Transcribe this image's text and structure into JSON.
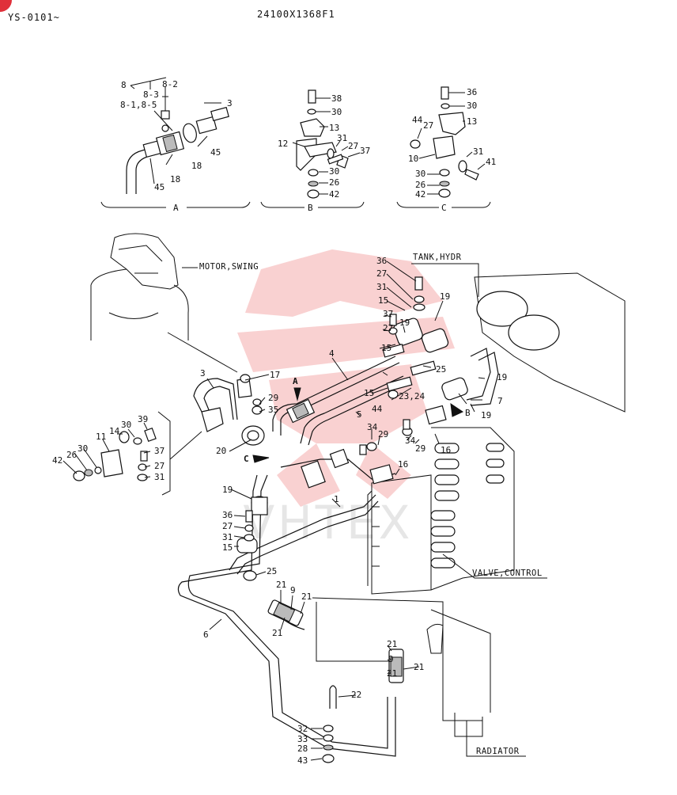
{
  "header": {
    "left_code": "YS-0101~",
    "center_code": "24100X1368F1"
  },
  "watermark": "VHTEX",
  "colors": {
    "badge": "#e0303a",
    "watermark": "#f5b8b8"
  },
  "details": {
    "A": {
      "letter": "A",
      "callouts": [
        "8",
        "8-2",
        "8-3",
        "8-1,8-5",
        "3",
        "45",
        "18",
        "18",
        "45"
      ]
    },
    "B": {
      "letter": "B",
      "callouts": [
        "38",
        "30",
        "13",
        "12",
        "31",
        "27",
        "37",
        "30",
        "26",
        "42"
      ]
    },
    "C": {
      "letter": "C",
      "callouts": [
        "36",
        "30",
        "27",
        "13",
        "44",
        "10",
        "31",
        "41",
        "30",
        "26",
        "42"
      ]
    }
  },
  "component_labels": {
    "motor_swing": "MOTOR,SWING",
    "tank_hydr": "TANK,HYDR",
    "valve_control": "VALVE,CONTROL",
    "radiator": "RADIATOR"
  },
  "view_markers": {
    "A": "A",
    "B": "B",
    "C": "C"
  },
  "main_callouts": [
    "36",
    "27",
    "31",
    "15",
    "19",
    "37",
    "27",
    "19",
    "15",
    "4",
    "19",
    "17",
    "3",
    "29",
    "35",
    "25",
    "15",
    "44",
    "23,24",
    "5",
    "7",
    "19",
    "B",
    "16",
    "34",
    "29",
    "34",
    "29",
    "20",
    "39",
    "30",
    "14",
    "11",
    "30",
    "26",
    "42",
    "37",
    "27",
    "31",
    "16",
    "19",
    "1",
    "36",
    "27",
    "31",
    "15",
    "25",
    "21",
    "9",
    "21",
    "21",
    "6",
    "21",
    "9",
    "21",
    "21",
    "22",
    "32",
    "33",
    "28",
    "43"
  ]
}
